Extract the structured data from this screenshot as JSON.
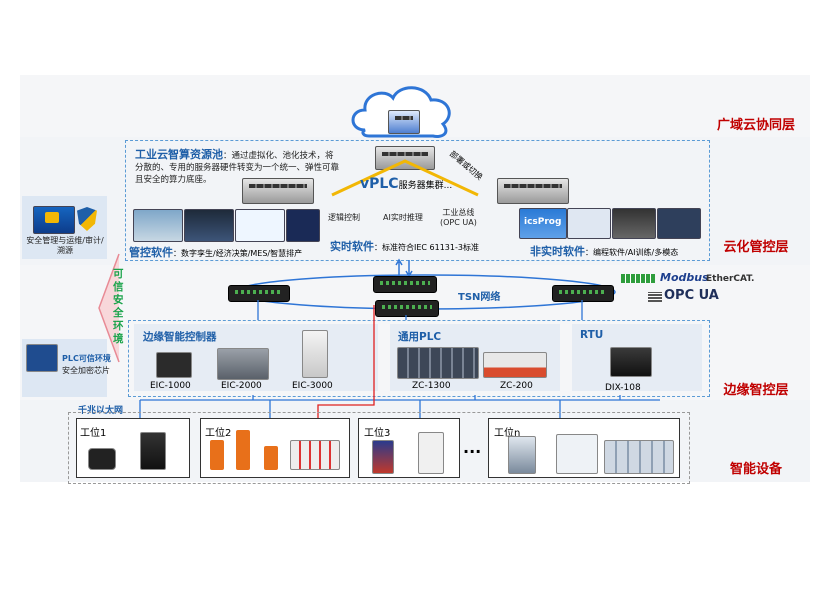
{
  "layers": {
    "wan": "广域云协同层",
    "cloud": "云化管控层",
    "edge": "边缘智控层",
    "device": "智能设备"
  },
  "cloud_pool": {
    "title": "工业云智算资源池",
    "desc": "：通过虚拟化、池化技术，将分散的、专用的服务器硬件转变为一个统一、弹性可靠且安全的算力底座。",
    "vplc": "vPLC",
    "vplc_suffix": "服务器集群...",
    "deploy": "部署或切换",
    "rt_items": [
      "逻辑控制",
      "AI实时推理",
      "工业总线\n(OPC UA)"
    ],
    "mgmt_title": "管控软件",
    "mgmt_desc": "：数字孪生/经济决策/MES/智慧排产",
    "rt_title": "实时软件",
    "rt_desc": "：标准符合IEC 61131-3标准",
    "nrt_title": "非实时软件",
    "nrt_desc": "：编程软件/AI训练/多模态",
    "icsprog": "icsProg"
  },
  "security": {
    "vertical": "可信安全环境",
    "top_caption": "安全管理与运维/审计/溯源",
    "plc_title": "PLC可信环境",
    "plc_desc": "安全加密芯片"
  },
  "network": {
    "tsn": "TSN网络",
    "gigabit": "千兆以太网",
    "protocols": [
      "Modbus",
      "EtherCAT.",
      "OPC UA"
    ]
  },
  "edge": {
    "eic_title": "边缘智能控制器",
    "eic_models": [
      "EIC-1000",
      "EIC-2000",
      "EIC-3000"
    ],
    "plc_title": "通用PLC",
    "plc_models": [
      "ZC-1300",
      "ZC-200"
    ],
    "rtu_title": "RTU",
    "rtu_models": [
      "DIX-108"
    ]
  },
  "stations": [
    "工位1",
    "工位2",
    "工位3",
    "工位n"
  ],
  "ellipsis": "..."
}
